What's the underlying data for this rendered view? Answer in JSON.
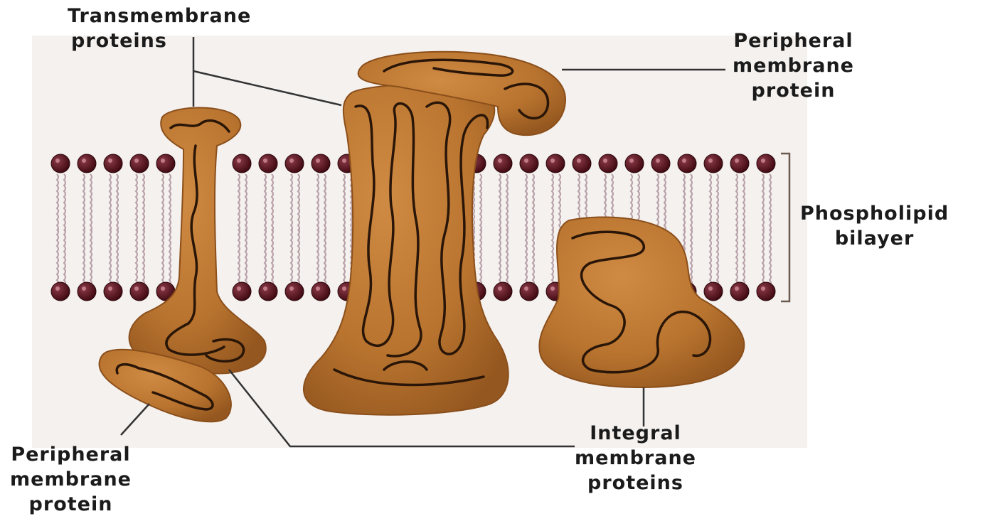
{
  "labels": {
    "transmembrane": {
      "line1": "Transmembrane",
      "line2": "proteins"
    },
    "peripheral_top": {
      "line1": "Peripheral",
      "line2": "membrane",
      "line3": "protein"
    },
    "phospholipid": {
      "line1": "Phospholipid",
      "line2": "bilayer"
    },
    "integral": {
      "line1": "Integral",
      "line2": "membrane",
      "line3": "proteins"
    },
    "peripheral_bottom": {
      "line1": "Peripheral",
      "line2": "membrane",
      "line3": "protein"
    }
  },
  "colors": {
    "protein": "#b9742f",
    "protein_dark": "#8b4f1b",
    "chain": "#2a1608",
    "head": "#5a0f1a",
    "tail": "#b8a0a8",
    "leader": "#333333",
    "panel": "#f4f1ef"
  }
}
